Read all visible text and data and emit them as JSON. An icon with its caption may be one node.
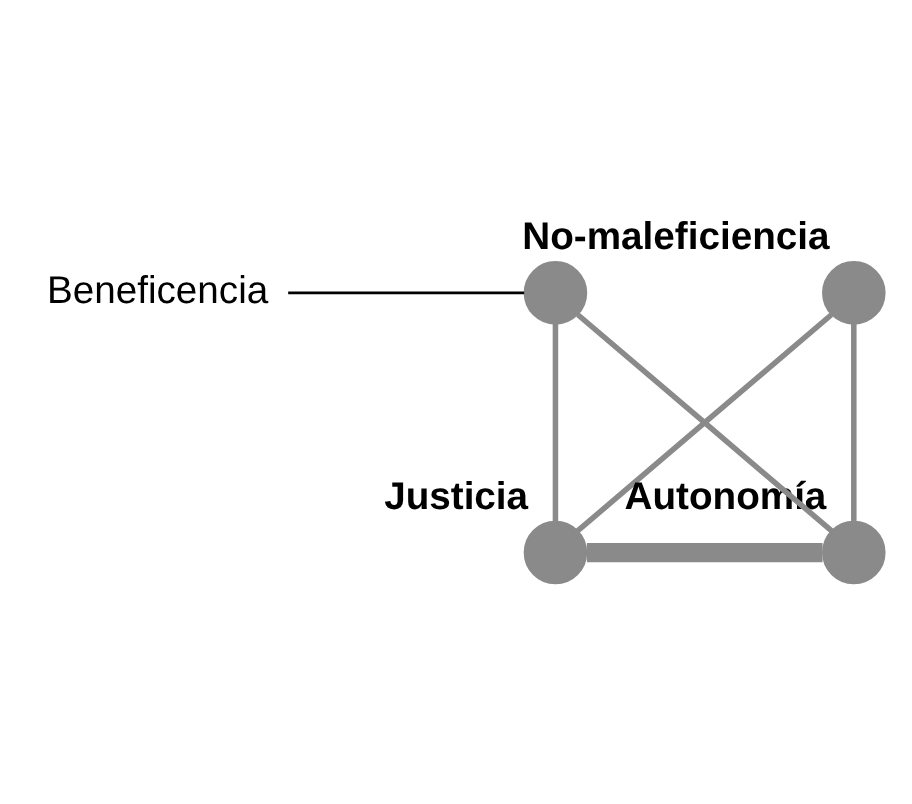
{
  "diagram": {
    "nodes": [
      {
        "text": [],
        "shape": "circle",
        "beside": [
          "No-maleficiencia"
        ]
      },
      {
        "text": [],
        "shape": "circle"
      },
      {
        "text": [
          "Beneficencia"
        ]
      },
      {
        "text": [],
        "shape": "circle",
        "beside": [
          "Justicia"
        ]
      },
      {
        "text": [],
        "shape": "circle",
        "beside": [
          "Autonomía"
        ]
      }
    ],
    "edges": [
      {
        "from": 0,
        "to": 3,
        "arrow": "none"
      },
      {
        "from": 0,
        "to": 4,
        "arrow": "none"
      },
      {
        "from": 3,
        "to": 4,
        "arrow": "none",
        "style": "thick"
      },
      {
        "from": 3,
        "to": 1,
        "arrow": "none"
      },
      {
        "from": 1,
        "to": 4,
        "arrow": "none"
      },
      {
        "from": 2,
        "to": 1,
        "arrow": "none",
        "color": "#000000"
      }
    ]
  }
}
